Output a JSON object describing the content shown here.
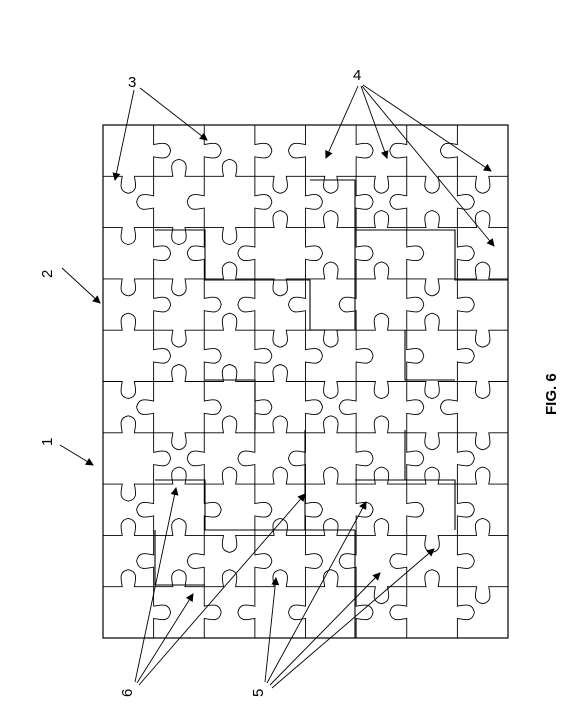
{
  "figure": {
    "caption": "FIG. 6",
    "ref_1": "1",
    "ref_2": "2",
    "ref_3": "3",
    "ref_4": "4",
    "ref_5": "5",
    "ref_6": "6",
    "line_color": "#000000",
    "background": "#ffffff"
  }
}
